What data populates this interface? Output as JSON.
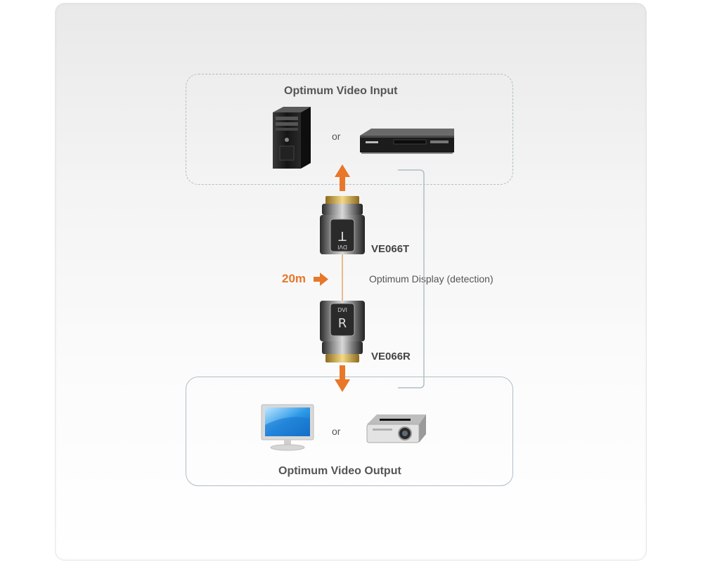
{
  "input": {
    "title": "Optimum Video Input",
    "or": "or"
  },
  "output": {
    "title": "Optimum Video Output",
    "or": "or"
  },
  "transmitter": {
    "label": "VE066T",
    "face_letter": "T",
    "face_text": "DVI"
  },
  "receiver": {
    "label": "VE066R",
    "face_letter": "R",
    "face_text": "DVI"
  },
  "distance": "20m",
  "feedback_label": "Optimum Display (detection)",
  "icons": {
    "source_a": "pc-tower-icon",
    "source_b": "dvd-player-icon",
    "sink_a": "lcd-monitor-icon",
    "sink_b": "projector-icon"
  },
  "colors": {
    "arrow": "#e8772a",
    "frame": "#aebfc5",
    "text": "#555555"
  }
}
